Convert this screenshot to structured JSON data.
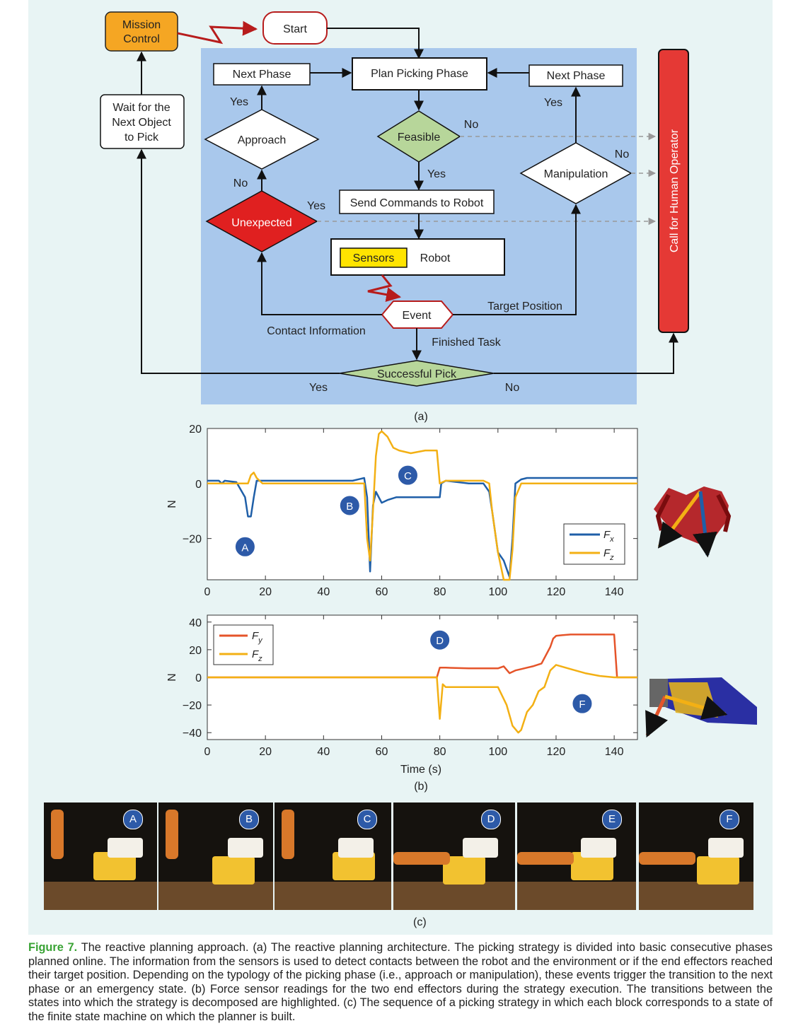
{
  "flowchart": {
    "mission_control": "Mission Control",
    "start": "Start",
    "plan_picking_phase": "Plan Picking Phase",
    "next_phase_left": "Next Phase",
    "next_phase_right": "Next Phase",
    "wait_next_object": "Wait for the Next Object to Pick",
    "approach": "Approach",
    "feasible": "Feasible",
    "manipulation": "Manipulation",
    "unexpected": "Unexpected",
    "send_commands": "Send Commands to Robot",
    "sensors": "Sensors",
    "robot": "Robot",
    "event": "Event",
    "successful_pick": "Successful Pick",
    "call_human": "Call for Human Operator",
    "contact_information": "Contact Information",
    "target_position": "Target Position",
    "finished_task": "Finished Task",
    "yes": "Yes",
    "no": "No",
    "subfig_label": "(a)"
  },
  "chart_data": [
    {
      "type": "line",
      "ylabel": "N",
      "xlim": [
        0,
        148
      ],
      "ylim": [
        -35,
        20
      ],
      "x_ticks": [
        0,
        20,
        40,
        60,
        80,
        100,
        120,
        140
      ],
      "y_ticks": [
        20,
        0,
        -20
      ],
      "y_tick_labels": [
        "20",
        "0",
        "−20"
      ],
      "legend_position": "bottom-right",
      "series": [
        {
          "name": "Fx",
          "color": "#1f5fa8",
          "x": [
            0,
            4,
            5,
            6,
            10,
            13,
            14,
            15,
            16,
            17,
            20,
            30,
            40,
            50,
            54,
            55,
            56,
            57,
            58,
            60,
            62,
            65,
            70,
            75,
            78,
            80,
            80.5,
            82,
            90,
            95,
            97,
            98,
            100,
            102,
            104,
            105,
            106,
            108,
            110,
            120,
            130,
            140,
            148
          ],
          "y": [
            1,
            1,
            0,
            1,
            0.5,
            -5,
            -12,
            -12,
            -5,
            1,
            1,
            1,
            1,
            1,
            2,
            -5,
            -32,
            -8,
            -3,
            -7,
            -6,
            -5,
            -5,
            -5,
            -5,
            -5,
            0,
            1,
            0,
            0,
            -3,
            -10,
            -25,
            -28,
            -34,
            -20,
            0,
            1.5,
            2,
            2,
            2,
            2,
            2
          ]
        },
        {
          "name": "Fz",
          "color": "#f3b014",
          "x": [
            0,
            10,
            14,
            15,
            16,
            17,
            18,
            19,
            20,
            30,
            40,
            50,
            54,
            55,
            56,
            57,
            58,
            59,
            60,
            62,
            64,
            66,
            70,
            75,
            78,
            79,
            80,
            82,
            90,
            95,
            97,
            98,
            100,
            102,
            104,
            105,
            106,
            108,
            110,
            120,
            130,
            140,
            148
          ],
          "y": [
            0,
            0,
            0,
            3,
            4,
            2,
            1,
            0,
            0,
            0,
            0,
            0,
            0,
            -20,
            -28,
            -10,
            10,
            18,
            19,
            17,
            13,
            12,
            11,
            12,
            12,
            12,
            0,
            1,
            1,
            1,
            0,
            -10,
            -25,
            -35,
            -35,
            -24,
            -5,
            0,
            0,
            0,
            0,
            0,
            0
          ]
        }
      ],
      "annotations": [
        {
          "label": "A",
          "x": 13,
          "y": -23
        },
        {
          "label": "B",
          "x": 49,
          "y": -8
        },
        {
          "label": "C",
          "x": 69,
          "y": 3
        }
      ]
    },
    {
      "type": "line",
      "ylabel": "N",
      "xlabel": "Time (s)",
      "xlim": [
        0,
        148
      ],
      "ylim": [
        -45,
        45
      ],
      "x_ticks": [
        0,
        20,
        40,
        60,
        80,
        100,
        120,
        140
      ],
      "y_ticks": [
        40,
        20,
        0,
        -20,
        -40
      ],
      "y_tick_labels": [
        "40",
        "20",
        "0",
        "−20",
        "−40"
      ],
      "legend_position": "top-left",
      "series": [
        {
          "name": "Fy",
          "color": "#e5542a",
          "x": [
            0,
            20,
            40,
            60,
            79,
            80,
            82,
            90,
            100,
            102,
            104,
            106,
            108,
            110,
            112,
            115,
            118,
            119,
            120,
            122,
            125,
            130,
            135,
            139,
            140,
            141,
            148
          ],
          "y": [
            0,
            0,
            0,
            0,
            0,
            7,
            7,
            6.5,
            6.5,
            8,
            3,
            5,
            6,
            7,
            8,
            10,
            22,
            28,
            30,
            30.5,
            31,
            31,
            31,
            31,
            31,
            0,
            0
          ]
        },
        {
          "name": "Fz",
          "color": "#f3b014",
          "x": [
            0,
            20,
            40,
            60,
            79,
            80,
            81,
            82,
            90,
            100,
            103,
            105,
            107,
            108,
            110,
            112,
            114,
            116,
            118,
            120,
            125,
            130,
            135,
            140,
            148
          ],
          "y": [
            0,
            0,
            0,
            0,
            0,
            -30,
            -5,
            -7,
            -7,
            -7,
            -20,
            -35,
            -40,
            -38,
            -25,
            -20,
            -10,
            -7,
            5,
            9,
            6,
            3,
            1,
            0,
            0
          ]
        }
      ],
      "annotations": [
        {
          "label": "D",
          "x": 80,
          "y": 27
        },
        {
          "label": "F",
          "x": 129,
          "y": -19
        }
      ]
    }
  ],
  "legend1": {
    "fx": "F",
    "fx_sub": "x",
    "fz": "F",
    "fz_sub": "z"
  },
  "legend2": {
    "fy": "F",
    "fy_sub": "y",
    "fz": "F",
    "fz_sub": "z"
  },
  "subfig_b": "(b)",
  "subfig_c": "(c)",
  "photos": [
    "A",
    "B",
    "C",
    "D",
    "E",
    "F"
  ],
  "caption": {
    "label": "Figure 7.",
    "text": " The reactive planning approach. (a) The reactive planning architecture. The picking strategy is divided into basic consecutive phases planned online. The information from the sensors is used to detect contacts between the robot and the environment or if the end effectors reached their target position. Depending on the typology of the picking phase (i.e., approach or manipulation), these events trigger the transition to the next phase or an emergency state. (b) Force sensor readings for the two end effectors during the strategy execution. The transitions between the states into which the strategy is decomposed are highlighted. (c) The sequence of a picking strategy in which each block corresponds to a state of the finite state machine on which the planner is built."
  },
  "colors": {
    "panel_bg": "#a9c8ec",
    "figure_bg": "#e8f4f4",
    "mission_orange": "#f5a623",
    "feasible_green": "#b7d69a",
    "unexpected_red": "#e02020",
    "sensors_yellow": "#ffe400",
    "call_red": "#e53935",
    "dark_red_line": "#b71c1c",
    "badge_blue": "#2d5aa8",
    "caption_label": "#3aa335"
  }
}
